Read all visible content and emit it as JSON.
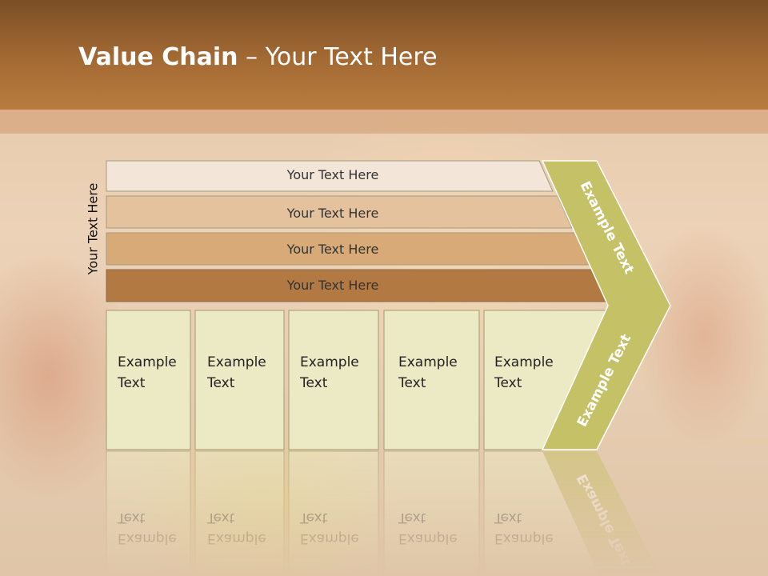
{
  "title": {
    "bold": "Value Chain",
    "rest": " – Your Text Here"
  },
  "side_label": "Your Text Here",
  "bars": [
    {
      "label": "Your Text Here",
      "color": "#f3e6d8"
    },
    {
      "label": "Your Text Here",
      "color": "#e4c29e"
    },
    {
      "label": "Your Text Here",
      "color": "#d8aa78"
    },
    {
      "label": "Your Text Here",
      "color": "#b27a42"
    }
  ],
  "cells": [
    {
      "line1": "Example",
      "line2": "Text"
    },
    {
      "line1": "Example",
      "line2": "Text"
    },
    {
      "line1": "Example",
      "line2": "Text"
    },
    {
      "line1": "Example",
      "line2": "Text"
    },
    {
      "line1": "Example",
      "line2": "Text"
    }
  ],
  "chevron": {
    "upper": "Example Text",
    "lower": "Example Text",
    "color": "#c5c167"
  },
  "colors": {
    "cell_fill": "#eceac4",
    "cell_stroke": "#a49a72",
    "title_bar": "#a46a34"
  }
}
